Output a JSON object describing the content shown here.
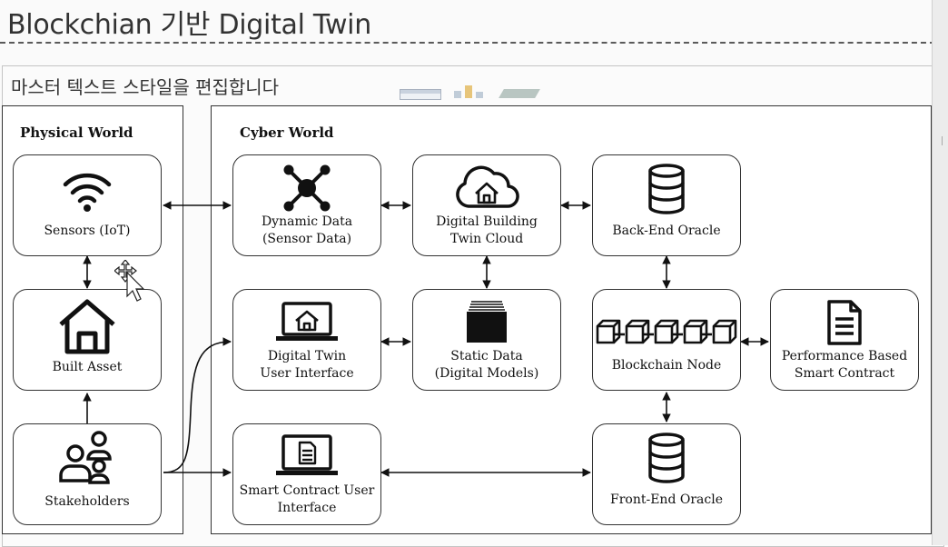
{
  "slide": {
    "title": "Blockchian 기반 Digital Twin",
    "placeholder": "마스터 텍스트 스타일을 편집합니다"
  },
  "regions": {
    "physical": "Physical World",
    "cyber": "Cyber World"
  },
  "nodes": {
    "sensors": "Sensors (IoT)",
    "built_asset": "Built Asset",
    "stakeholders": "Stakeholders",
    "dynamic_data": "Dynamic Data\n(Sensor Data)",
    "dt_cloud": "Digital Building\nTwin Cloud",
    "backend_oracle": "Back-End Oracle",
    "dt_ui": "Digital Twin\nUser Interface",
    "static_data": "Static Data\n(Digital Models)",
    "blockchain_node": "Blockchain Node",
    "perf_contract": "Performance Based\nSmart Contract",
    "sc_ui": "Smart Contract User\nInterface",
    "frontend_oracle": "Front-End Oracle"
  },
  "icons": {
    "sensors": "wifi-icon",
    "built_asset": "house-icon",
    "stakeholders": "people-icon",
    "dynamic_data": "network-hub-icon",
    "dt_cloud": "cloud-home-icon",
    "backend_oracle": "database-icon",
    "dt_ui": "laptop-home-icon",
    "static_data": "document-stack-icon",
    "blockchain_node": "chain-blocks-icon",
    "perf_contract": "document-icon",
    "sc_ui": "laptop-document-icon",
    "frontend_oracle": "database-icon"
  },
  "colors": {
    "stroke": "#333333",
    "background": "#ffffff",
    "title_rule": "#5a5a5a"
  }
}
